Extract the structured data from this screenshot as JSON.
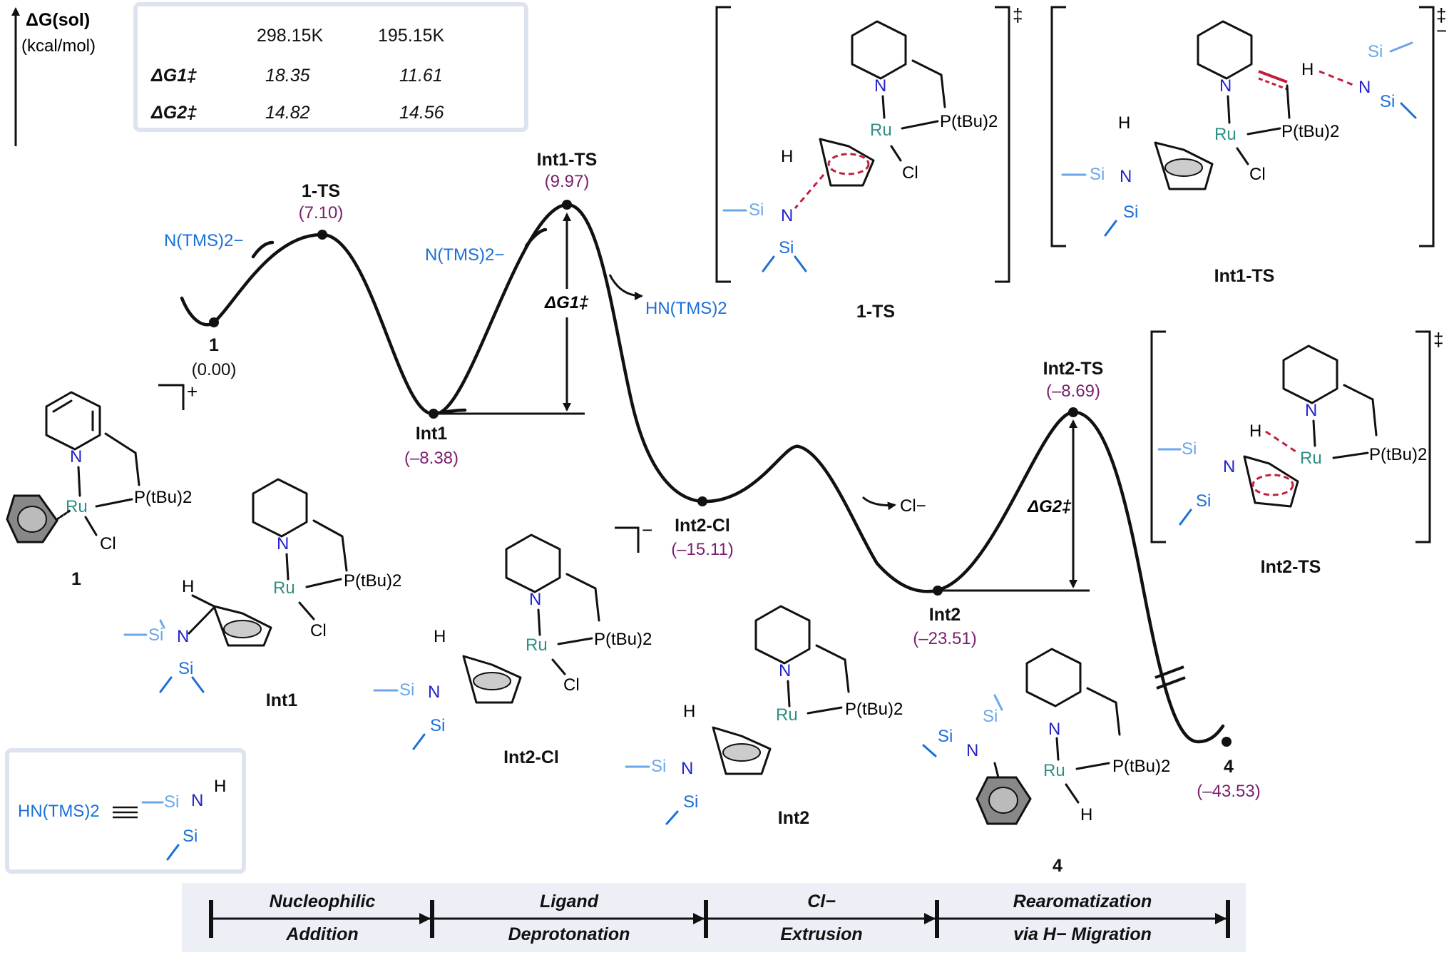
{
  "yaxis": {
    "title": "ΔG(sol)",
    "unit": "(kcal/mol)"
  },
  "energy_table": {
    "col_headers": [
      "298.15K",
      "195.15K"
    ],
    "rows": [
      {
        "label": "ΔG1‡",
        "values": [
          "18.35",
          "11.61"
        ]
      },
      {
        "label": "ΔG2‡",
        "values": [
          "14.82",
          "14.56"
        ]
      }
    ]
  },
  "points": [
    {
      "id": "1",
      "label": "1",
      "value": "(0.00)"
    },
    {
      "id": "1-TS",
      "label": "1-TS",
      "value": "(7.10)"
    },
    {
      "id": "Int1",
      "label": "Int1",
      "value": "(–8.38)"
    },
    {
      "id": "Int1-TS",
      "label": "Int1-TS",
      "value": "(9.97)"
    },
    {
      "id": "Int2-Cl",
      "label": "Int2-Cl",
      "value": "(–15.11)"
    },
    {
      "id": "Int2",
      "label": "Int2",
      "value": "(–23.51)"
    },
    {
      "id": "Int2-TS",
      "label": "Int2-TS",
      "value": "(–8.69)"
    },
    {
      "id": "4",
      "label": "4",
      "value": "(–43.53)"
    }
  ],
  "barrier_labels": {
    "g1": "ΔG1‡",
    "g2": "ΔG2‡"
  },
  "species": {
    "ntms_minus": "N(TMS)2−",
    "hntms": "HN(TMS)2",
    "cl_minus": "Cl−",
    "hntms_def": "HN(TMS)2"
  },
  "structure_labels": {
    "s1": "1",
    "int1": "Int1",
    "int2cl": "Int2-Cl",
    "int2": "Int2",
    "s4": "4",
    "ts1": "1-TS",
    "tsint1": "Int1-TS",
    "tsint2": "Int2-TS"
  },
  "atoms": {
    "Ru": "Ru",
    "N": "N",
    "P": "P(tBu)2",
    "Cl": "Cl",
    "H": "H",
    "Si": "Si"
  },
  "charges": {
    "plus": "+",
    "minus": "−",
    "dagger": "‡"
  },
  "stages": [
    {
      "line1": "Nucleophilic",
      "line2": "Addition"
    },
    {
      "line1": "Ligand",
      "line2": "Deprotonation"
    },
    {
      "line1": "Cl−",
      "line2": "Extrusion"
    },
    {
      "line1": "Rearomatization",
      "line2": "via H− Migration"
    }
  ],
  "chart_data": {
    "type": "line",
    "title": "",
    "ylabel": "ΔG(sol) (kcal/mol)",
    "x": [
      "1",
      "1-TS",
      "Int1",
      "Int1-TS",
      "Int2-Cl",
      "Int2",
      "Int2-TS",
      "4"
    ],
    "series": [
      {
        "name": "",
        "values": [
          0.0,
          7.1,
          -8.38,
          9.97,
          -15.11,
          -23.51,
          -8.69,
          -43.53
        ]
      }
    ]
  }
}
